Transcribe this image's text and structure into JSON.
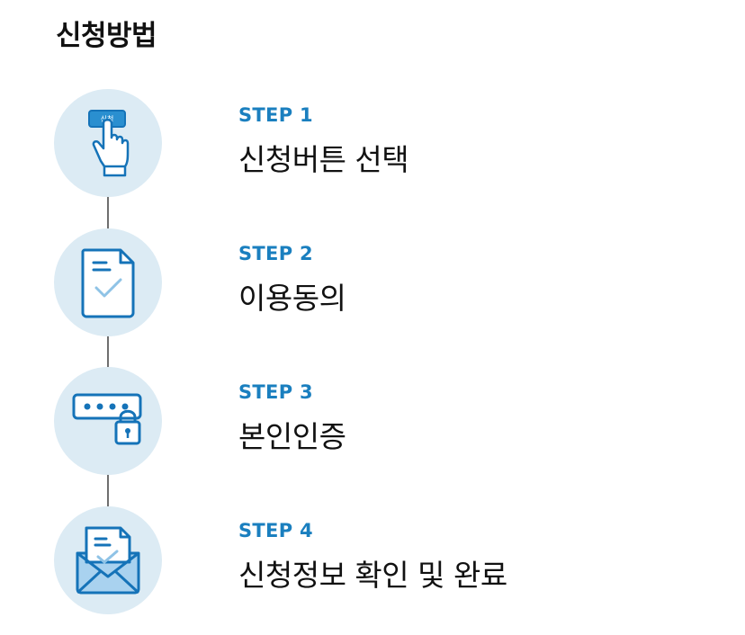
{
  "page": {
    "title": "신청방법"
  },
  "steps": [
    {
      "label": "STEP 1",
      "title": "신청버튼 선택",
      "icon": "hand-pointer-icon",
      "icon_button_text": "신청"
    },
    {
      "label": "STEP 2",
      "title": "이용동의",
      "icon": "document-check-icon"
    },
    {
      "label": "STEP 3",
      "title": "본인인증",
      "icon": "password-lock-icon"
    },
    {
      "label": "STEP 4",
      "title": "신청정보 확인 및 완료",
      "icon": "envelope-check-icon"
    }
  ],
  "colors": {
    "accent": "#1a7fbf",
    "icon_stroke": "#1573b8",
    "circle_bg": "#dcebf4",
    "connector": "#6f6f6f"
  }
}
